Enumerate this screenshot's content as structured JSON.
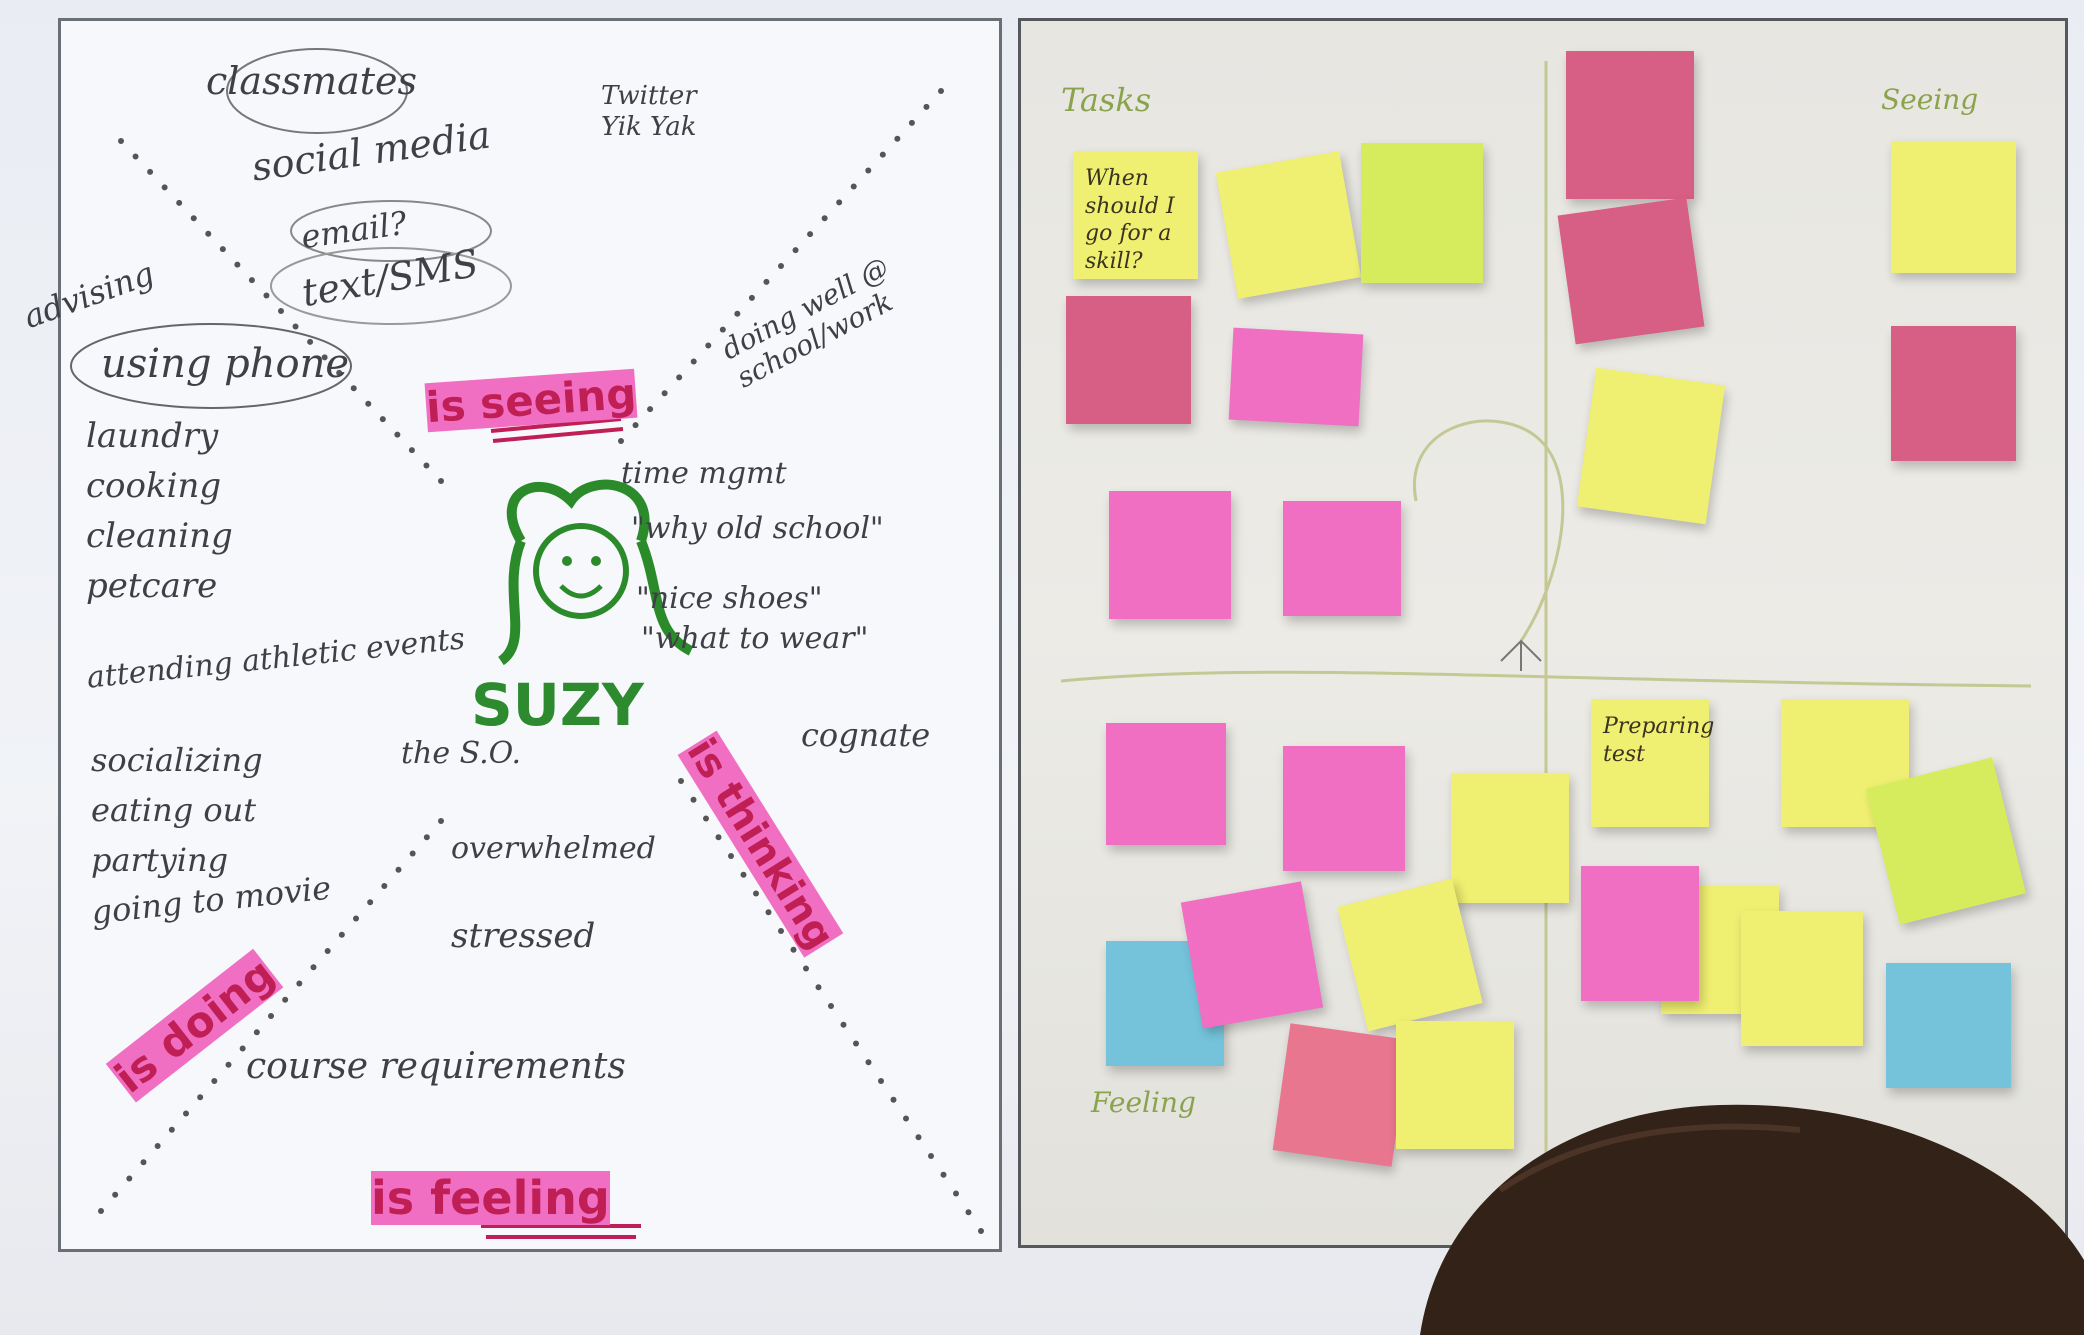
{
  "left_board": {
    "top_cluster": [
      "classmates",
      "social media",
      "email?",
      "text/SMS"
    ],
    "top_right_note": "Twitter\nYik Yak",
    "advising": "advising",
    "using_phone": "using phone",
    "activities": [
      "laundry",
      "cooking",
      "cleaning",
      "petcare"
    ],
    "attending": "attending athletic events",
    "social_list": [
      "socializing",
      "eating out",
      "partying",
      "going to movie"
    ],
    "doing_well": "doing well @\nschool/work",
    "seeing_quotes": [
      "time mgmt",
      "\"why old school\"",
      "\"nice shoes\"",
      "\"what to wear\""
    ],
    "persona_name": "SUZY",
    "the_so": "the S.O.",
    "cognate": "cognate",
    "overwhelmed": "overwhelmed",
    "stressed": "stressed",
    "course": "course requirements",
    "label_seeing": "is seeing",
    "label_thinking": "is thinking",
    "label_doing": "is doing",
    "label_feeling": "is feeling"
  },
  "right_board": {
    "quadrant_titles": [
      "Tasks",
      "Seeing",
      "Feeling"
    ],
    "notes": [
      {
        "color": "yellow",
        "text": "When should I go for a skill?"
      },
      {
        "color": "yellow",
        "text": ""
      },
      {
        "color": "lime",
        "text": ""
      },
      {
        "color": "rose",
        "text": ""
      },
      {
        "color": "rose",
        "text": ""
      },
      {
        "color": "pink",
        "text": ""
      },
      {
        "color": "rose",
        "text": ""
      },
      {
        "color": "pink",
        "text": ""
      },
      {
        "color": "rose",
        "text": ""
      },
      {
        "color": "rose",
        "text": ""
      },
      {
        "color": "yellow",
        "text": ""
      },
      {
        "color": "yellow",
        "text": ""
      },
      {
        "color": "rose",
        "text": ""
      },
      {
        "color": "pink",
        "text": ""
      },
      {
        "color": "pink",
        "text": ""
      },
      {
        "color": "yellow",
        "text": "Preparing test"
      },
      {
        "color": "yellow",
        "text": ""
      },
      {
        "color": "yellow",
        "text": ""
      },
      {
        "color": "lime",
        "text": ""
      },
      {
        "color": "pink",
        "text": ""
      },
      {
        "color": "yellow",
        "text": ""
      },
      {
        "color": "blue",
        "text": ""
      },
      {
        "color": "pink",
        "text": ""
      },
      {
        "color": "yellow",
        "text": ""
      },
      {
        "color": "yellow",
        "text": ""
      },
      {
        "color": "blue",
        "text": ""
      },
      {
        "color": "coral",
        "text": ""
      },
      {
        "color": "yellow",
        "text": ""
      }
    ]
  }
}
